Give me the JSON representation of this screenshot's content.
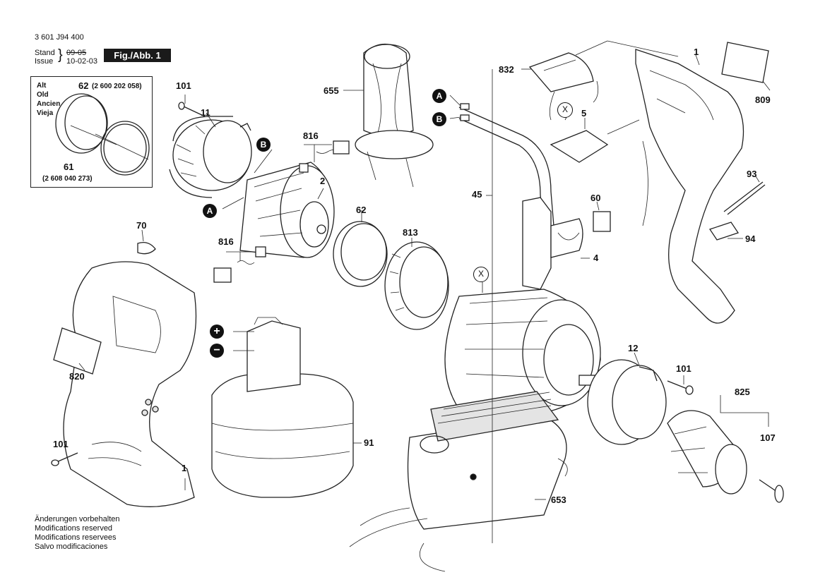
{
  "header": {
    "doc_number": "3 601 J94 400",
    "stand_label": "Stand",
    "issue_label": "Issue",
    "stand_date_struck": "09-05",
    "issue_date": "10-02-03",
    "figure_label": "Fig./Abb. 1"
  },
  "old_parts_box": {
    "labels": [
      "Alt",
      "Old",
      "Ancien",
      "Vieja"
    ],
    "part_62": "62",
    "part_62_code": "(2 600 202 058)",
    "part_61": "61",
    "part_61_code": "(2 608 040 273)"
  },
  "callouts": {
    "c101_top": "101",
    "c11": "11",
    "c655": "655",
    "c816_top": "816",
    "c2": "2",
    "c62": "62",
    "c813": "813",
    "c816_bottom": "816",
    "c70": "70",
    "c820": "820",
    "c101_left": "101",
    "c1_bottom": "1",
    "c91": "91",
    "c832": "832",
    "c5": "5",
    "c45": "45",
    "c60": "60",
    "c4": "4",
    "c1_top": "1",
    "c809": "809",
    "c93": "93",
    "c94": "94",
    "c12": "12",
    "c101_right": "101",
    "c825": "825",
    "c107": "107",
    "c653": "653"
  },
  "markers": {
    "a1": "A",
    "b1": "B",
    "a2": "A",
    "b2": "B",
    "x1": "X",
    "x2": "X",
    "plus": "+",
    "minus": "−"
  },
  "footer": {
    "line1": "Änderungen vorbehalten",
    "line2": "Modifications reserved",
    "line3": "Modifications reservees",
    "line4": "Salvo modificaciones"
  }
}
